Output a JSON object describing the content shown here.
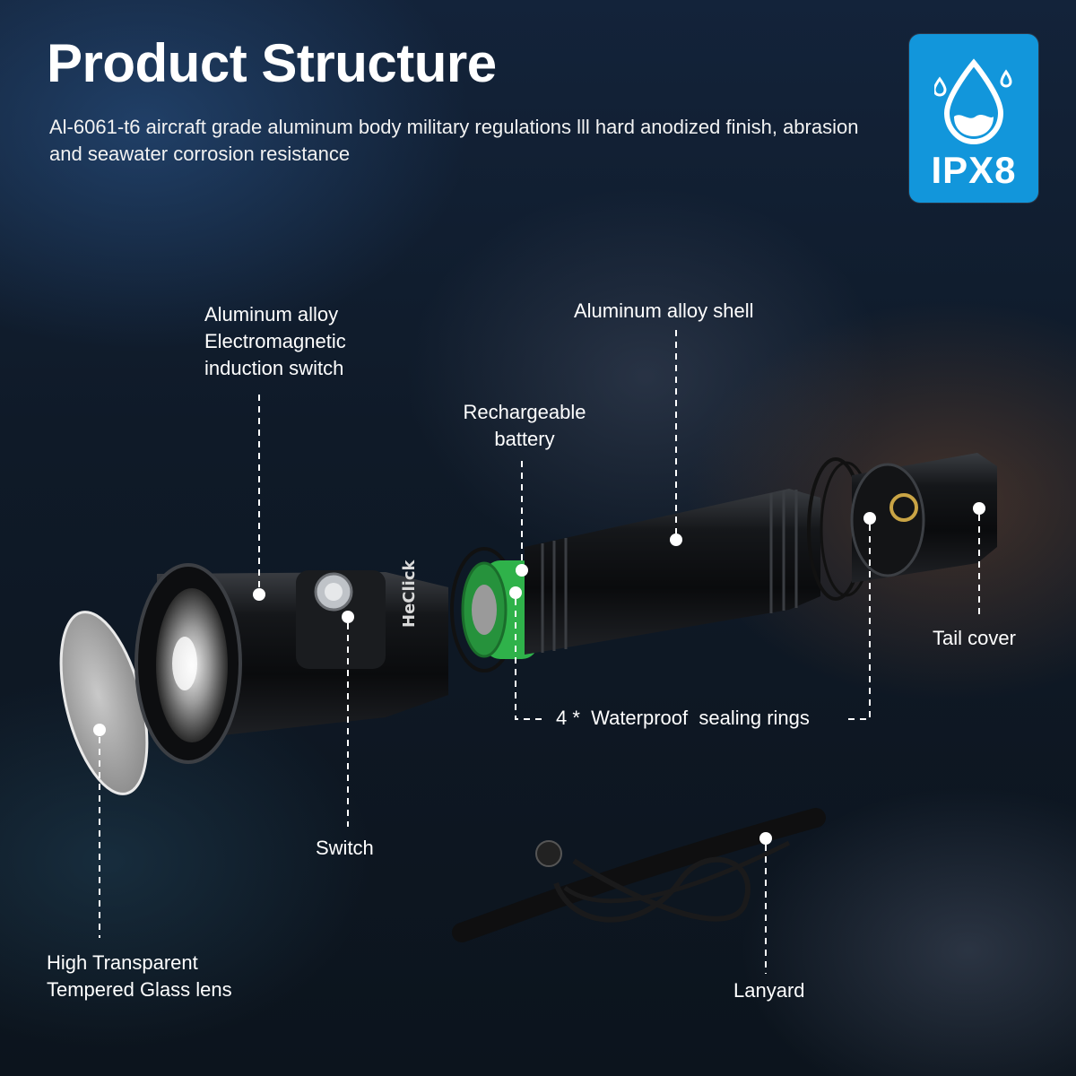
{
  "header": {
    "title": "Product Structure",
    "subtitle": "Al-6061-t6 aircraft grade aluminum body military regulations lll hard anodized finish, abrasion and seawater corrosion resistance"
  },
  "badge": {
    "label": "IPX8",
    "icon": "water-drop-icon",
    "color": "#1296db"
  },
  "callouts": {
    "switch_body": [
      "Aluminum alloy",
      "Electromagnetic",
      "induction switch"
    ],
    "shell": "Aluminum alloy shell",
    "battery": [
      "Rechargeable",
      "battery"
    ],
    "tail_cover": "Tail cover",
    "sealing_rings": "4 *  Waterproof  sealing rings",
    "switch": "Switch",
    "lens": [
      "High Transparent",
      "Tempered Glass lens"
    ],
    "lanyard": "Lanyard"
  },
  "product": {
    "brand": "HeClick",
    "battery_color": "#2fb24a"
  }
}
